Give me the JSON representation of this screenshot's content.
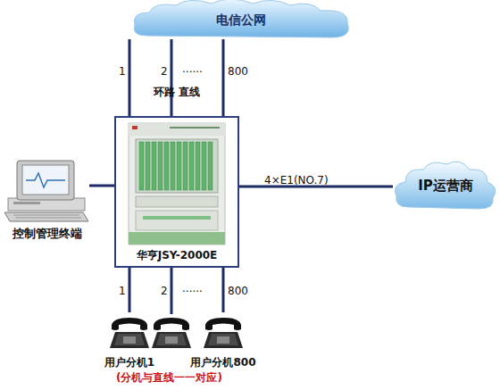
{
  "diagram": {
    "nodes": [
      {
        "text": [
          "电信公网"
        ]
      },
      {
        "text": [
          "华亨JSY-2000E"
        ]
      },
      {
        "text": [
          "控制管理终端"
        ]
      },
      {
        "text": [
          "IP运营商"
        ]
      },
      {
        "text": [
          "用户分机1"
        ]
      },
      {
        "text": [
          "用户分机800"
        ]
      }
    ],
    "edges": [
      {
        "from": 0,
        "to": 1,
        "label": "1",
        "arrow": "none"
      },
      {
        "from": 0,
        "to": 1,
        "label": "2",
        "arrow": "none"
      },
      {
        "from": 0,
        "to": 1,
        "label": "800",
        "arrow": "none"
      },
      {
        "from": 2,
        "to": 1,
        "arrow": "none"
      },
      {
        "from": 1,
        "to": 3,
        "label": "4×E1(NO.7)",
        "arrow": "none"
      },
      {
        "from": 1,
        "to": 4,
        "label": "1",
        "arrow": "none"
      },
      {
        "from": 1,
        "to": 5,
        "label": "800",
        "arrow": "none"
      }
    ],
    "labels": [
      "......",
      "环路 直线",
      "2",
      "......",
      "(分机与直线一一对应)"
    ]
  }
}
